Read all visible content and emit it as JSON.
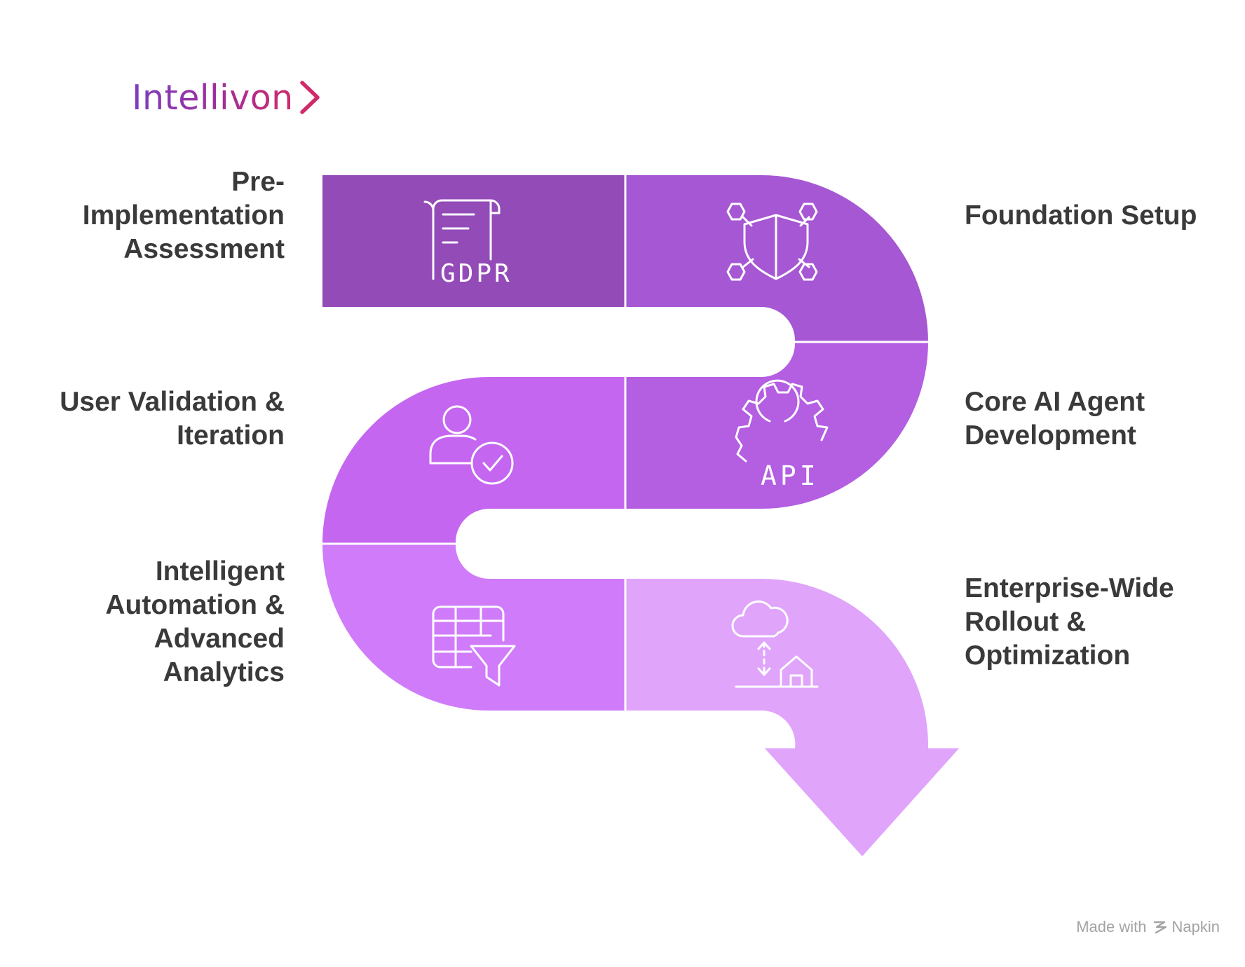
{
  "brand": {
    "name": "Intellivon"
  },
  "steps": [
    {
      "label": "Pre-\nImplementation\nAssessment",
      "icon": "gdpr-document-icon",
      "icon_text": "GDPR",
      "color": "#934bb8"
    },
    {
      "label": "Foundation Setup",
      "icon": "shield-network-icon",
      "color": "#a657d3"
    },
    {
      "label": "Core AI Agent\nDevelopment",
      "icon": "api-gear-icon",
      "icon_text": "API",
      "color": "#b45ee2"
    },
    {
      "label": "User Validation &\nIteration",
      "icon": "user-check-icon",
      "color": "#c566f0"
    },
    {
      "label": "Intelligent\nAutomation &\nAdvanced\nAnalytics",
      "icon": "table-filter-icon",
      "color": "#d07bfa"
    },
    {
      "label": "Enterprise-Wide\nRollout &\nOptimization",
      "icon": "cloud-to-home-icon",
      "color": "#e0a4fb"
    }
  ],
  "footer": {
    "made_with": "Made with",
    "brand": "Napkin"
  }
}
